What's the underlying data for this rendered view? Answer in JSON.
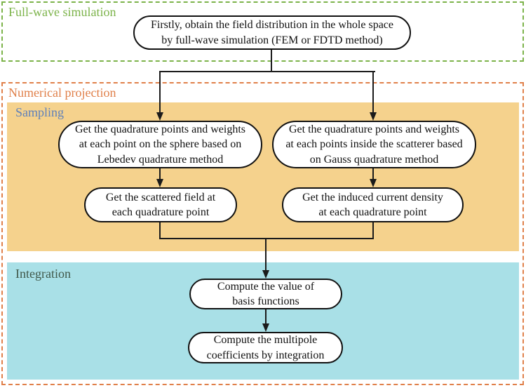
{
  "diagram": {
    "title": "Multipole decomposition numerical projection flowchart",
    "sections": {
      "full_wave": {
        "label": "Full-wave simulation",
        "color": "#7cb34a"
      },
      "numerical_projection": {
        "label": "Numerical projection",
        "color": "#e0804a"
      },
      "sampling": {
        "label": "Sampling",
        "color": "#5f81ba",
        "bg": "#f5d28d"
      },
      "integration": {
        "label": "Integration",
        "color": "#40584a",
        "bg": "#a9e0e7"
      }
    },
    "nodes": {
      "full_wave_sim": "Firstly, obtain the field distribution in the whole space\nby full-wave simulation (FEM or FDTD method)",
      "lebedev": "Get the quadrature points and weights\nat each point on the sphere based on\nLebedev quadrature method",
      "gauss": "Get the quadrature points and weights\nat each points inside the scatterer based\non Gauss quadrature method",
      "scattered_field": "Get the scattered field at\neach quadrature point",
      "induced_current": "Get the induced current density\nat each quadrature point",
      "basis_functions": "Compute the value of\nbasis functions",
      "multipole_coefficients": "Compute the multipole\ncoefficients by integration"
    },
    "line_color": "#1b1b1b"
  }
}
